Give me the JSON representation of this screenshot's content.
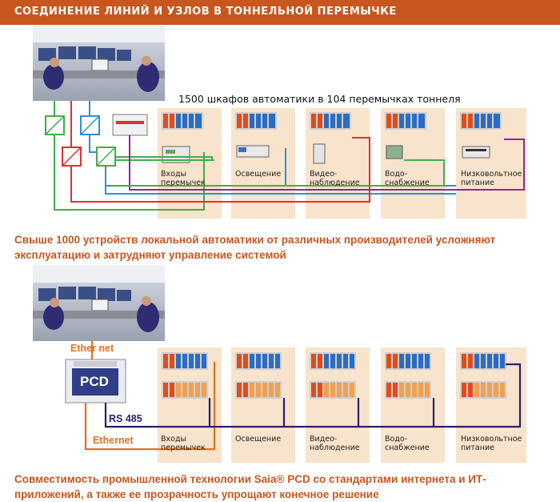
{
  "header": {
    "title": "СОЕДИНЕНИЕ ЛИНИЙ И УЗЛОВ В ТОННЕЛЬНОЙ ПЕРЕМЫЧКЕ"
  },
  "top": {
    "title": "1500 шкафов автоматики в 104 перемычках тоннеля",
    "panels": [
      {
        "line1": "Входы",
        "line2": "перемычек"
      },
      {
        "line1": "Освещение",
        "line2": ""
      },
      {
        "line1": "Видео-",
        "line2": "наблюдение"
      },
      {
        "line1": "Водо-",
        "line2": "снабжение"
      },
      {
        "line1": "Низковольтное",
        "line2": "питание"
      }
    ],
    "caption": "Свыше 1000 устройств локальной автоматики от различных производителей усложняют эксплуатацию и затрудняют управление системой"
  },
  "bottom": {
    "ethernet_top_label": "Ether net",
    "rs485_label": "RS 485",
    "ethernet_bottom_label": "Ethernet",
    "pcd_label": "PCD",
    "panels": [
      {
        "line1": "Входы",
        "line2": "перемычек"
      },
      {
        "line1": "Освещение",
        "line2": ""
      },
      {
        "line1": "Видео-",
        "line2": "наблюдение"
      },
      {
        "line1": "Водо-",
        "line2": "снабжение"
      },
      {
        "line1": "Низковольтное",
        "line2": "питание"
      }
    ],
    "caption": "Совместимость промышленной технологии Saia® PCD со стандартами интернета и ИТ-приложений, а также ее прозрачность упрощают конечное решение"
  },
  "colors": {
    "header": "#c8561f",
    "panel_bg": "#f8e3cc",
    "line_red": "#e03030",
    "line_green": "#3fae49",
    "line_blue": "#2a8fd8",
    "line_purple": "#8a2a9a",
    "line_navy": "#2d1e6e",
    "line_orange": "#e2711d"
  }
}
